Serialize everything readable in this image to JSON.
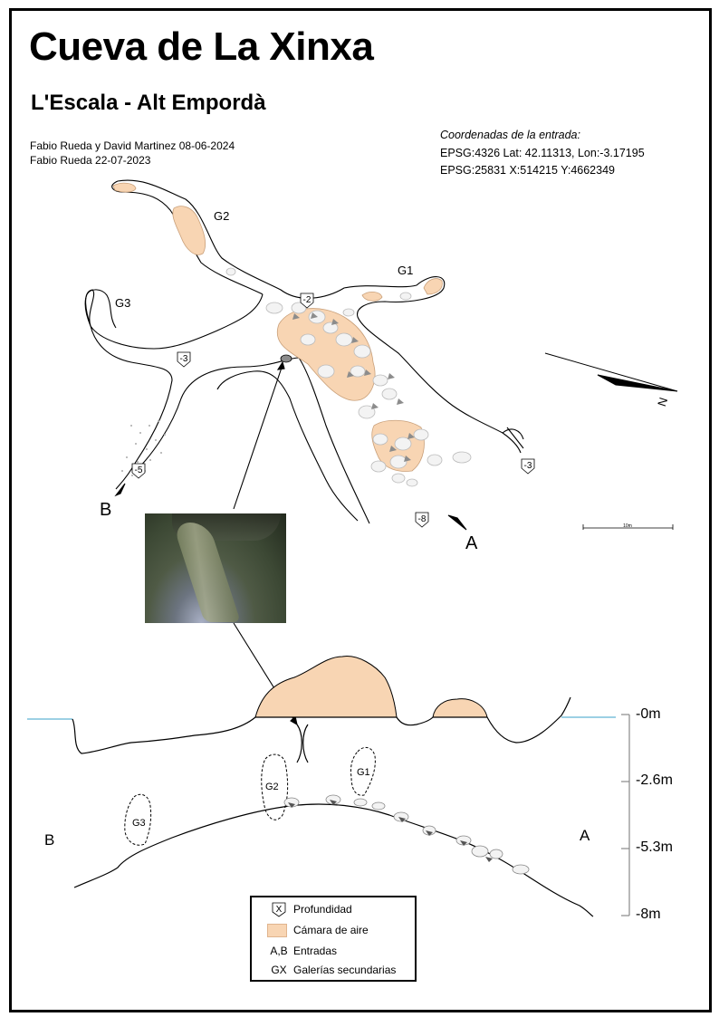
{
  "title": "Cueva de La Xinxa",
  "subtitle": "L'Escala - Alt Empordà",
  "authors": [
    "Fabio Rueda y David Martinez 08-06-2024",
    "Fabio Rueda 22-07-2023"
  ],
  "coordinates": {
    "heading": "Coordenadas de la entrada:",
    "lines": [
      "EPSG:4326 Lat: 42.11313, Lon:-3.17195",
      "EPSG:25831 X:514215 Y:4662349"
    ]
  },
  "plan": {
    "gallery_labels": [
      "G1",
      "G2",
      "G3"
    ],
    "depth_markers": [
      "-2",
      "-3",
      "-5",
      "-3",
      "-8"
    ],
    "entrance_labels": [
      "A",
      "B"
    ],
    "north_label": "N",
    "scale_label": "10m"
  },
  "section": {
    "gallery_labels": [
      "G1",
      "G2",
      "G3"
    ],
    "entrance_labels": [
      "A",
      "B"
    ],
    "depth_scale": [
      "-0m",
      "-2.6m",
      "-5.3m",
      "-8m"
    ]
  },
  "legend": {
    "items": [
      {
        "symbol": "X",
        "label": "Profundidad"
      },
      {
        "symbol": "",
        "label": "Cámara de aire"
      },
      {
        "symbol": "A,B",
        "label": "Entradas"
      },
      {
        "symbol": "GX",
        "label": "Galerías secundarias"
      }
    ]
  },
  "colors": {
    "air_chamber": "#f8d5b3",
    "water_line": "#3aa0c8",
    "rock_gray": "#9a9a9a"
  }
}
